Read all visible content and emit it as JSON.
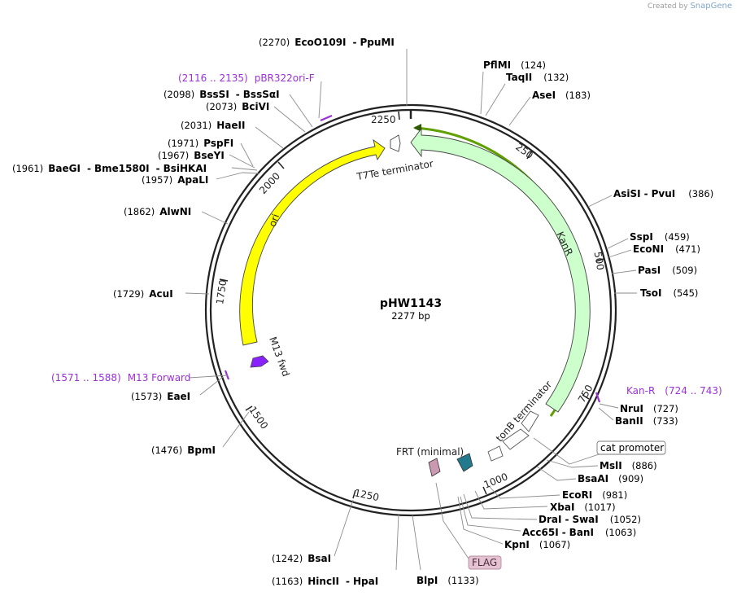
{
  "credit": {
    "prefix": "Created by",
    "brand": "SnapGene"
  },
  "plasmid": {
    "name": "pHW1143",
    "size": "2277 bp"
  },
  "ticks": [
    "250",
    "500",
    "750",
    "1000",
    "1250",
    "1500",
    "1750",
    "2000",
    "2250"
  ],
  "features": {
    "kanr": "KanR",
    "t7te": "T7Te terminator",
    "ori": "ori",
    "m13fwd": "M13 fwd",
    "tonb": "tonB terminator",
    "frt": "FRT (minimal)",
    "cat_promoter": "cat promoter",
    "flag": "FLAG"
  },
  "primers": [
    {
      "range": "(2116 .. 2135)",
      "name": "pBR322ori-F"
    },
    {
      "range": "(1571 .. 1588)",
      "name": "M13 Forward"
    },
    {
      "name": "Kan-R",
      "range": "(724 .. 743)"
    }
  ],
  "sites": {
    "ecoo109i": {
      "pos": "(2270)",
      "a": "EcoO109I",
      "sep": "-",
      "b": "PpuMI"
    },
    "pflmi": {
      "a": "PflMI",
      "pos": "(124)"
    },
    "taqii": {
      "a": "TaqII",
      "pos": "(132)"
    },
    "asei": {
      "a": "AseI",
      "pos": "(183)"
    },
    "asisi": {
      "a": "AsiSI",
      "sep": "-",
      "b": "PvuI",
      "pos": "(386)"
    },
    "sspi": {
      "a": "SspI",
      "pos": "(459)"
    },
    "econi": {
      "a": "EcoNI",
      "pos": "(471)"
    },
    "pasi": {
      "a": "PasI",
      "pos": "(509)"
    },
    "tsoi": {
      "a": "TsoI",
      "pos": "(545)"
    },
    "nrui": {
      "a": "NruI",
      "pos": "(727)"
    },
    "banii": {
      "a": "BanII",
      "pos": "(733)"
    },
    "msli": {
      "a": "MslI",
      "pos": "(886)"
    },
    "bsaai": {
      "a": "BsaAI",
      "pos": "(909)"
    },
    "ecori": {
      "a": "EcoRI",
      "pos": "(981)"
    },
    "xbai": {
      "a": "XbaI",
      "pos": "(1017)"
    },
    "drai": {
      "a": "DraI",
      "sep": "-",
      "b": "SwaI",
      "pos": "(1052)"
    },
    "acc65i": {
      "a": "Acc65I",
      "sep": "-",
      "b": "BanI",
      "pos": "(1063)"
    },
    "kpni": {
      "a": "KpnI",
      "pos": "(1067)"
    },
    "blpi": {
      "a": "BlpI",
      "pos": "(1133)"
    },
    "hincii": {
      "pos": "(1163)",
      "a": "HincII",
      "sep": "-",
      "b": "HpaI"
    },
    "bsai": {
      "pos": "(1242)",
      "a": "BsaI"
    },
    "bpmi": {
      "pos": "(1476)",
      "a": "BpmI"
    },
    "eaei": {
      "pos": "(1573)",
      "a": "EaeI"
    },
    "acui": {
      "pos": "(1729)",
      "a": "AcuI"
    },
    "alwni": {
      "pos": "(1862)",
      "a": "AlwNI"
    },
    "apali": {
      "pos": "(1957)",
      "a": "ApaLI"
    },
    "baegi": {
      "pos": "(1961)",
      "a": "BaeGI",
      "sep": "-",
      "b": "Bme1580I",
      "sep2": "-",
      "c": "BsiHKAI"
    },
    "bseyi": {
      "pos": "(1967)",
      "a": "BseYI"
    },
    "pspfi": {
      "pos": "(1971)",
      "a": "PspFI"
    },
    "haeii": {
      "pos": "(2031)",
      "a": "HaeII"
    },
    "bcivi": {
      "pos": "(2073)",
      "a": "BciVI"
    },
    "bsssi": {
      "pos": "(2098)",
      "a": "BssSI",
      "sep": "-",
      "b": "BssSαI"
    }
  }
}
